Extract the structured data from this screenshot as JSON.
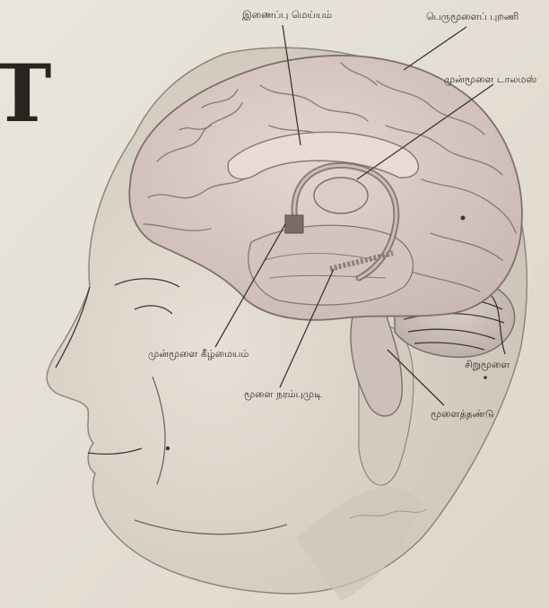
{
  "labels": {
    "top_center": "இணைப்பு மெய்யம்",
    "top_right": "பெருமூளைப் புறணி",
    "upper_right": "முன்மூளை டாலமஸ்",
    "mid_left": "முன்மூளை கீழ்மையம்",
    "lower_mid": "மூளை நரம்புமுடி",
    "right": "சிறுமூளை",
    "bottom_right": "மூளைத்தண்டு"
  },
  "edge_glyph": "T",
  "colors": {
    "paper": "#e9e4da",
    "ink": "#3a3733",
    "brain_fill": "#d8c9c5",
    "skin_fill": "#ddd6cc"
  },
  "icons": [
    "brain-illustration",
    "head-profile-illustration"
  ]
}
